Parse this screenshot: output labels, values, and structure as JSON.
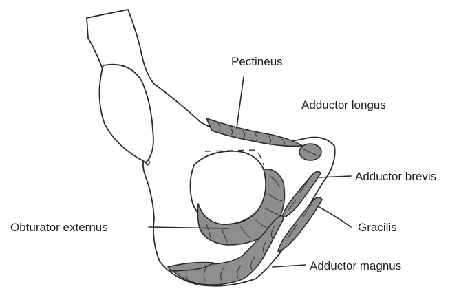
{
  "labels": {
    "pectineus": "Pectineus",
    "adductor_longus": "Adductor longus",
    "adductor_brevis": "Adductor brevis",
    "obturator_externus": "Obturator externus",
    "gracilis": "Gracilis",
    "adductor_magnus": "Adductor magnus"
  }
}
